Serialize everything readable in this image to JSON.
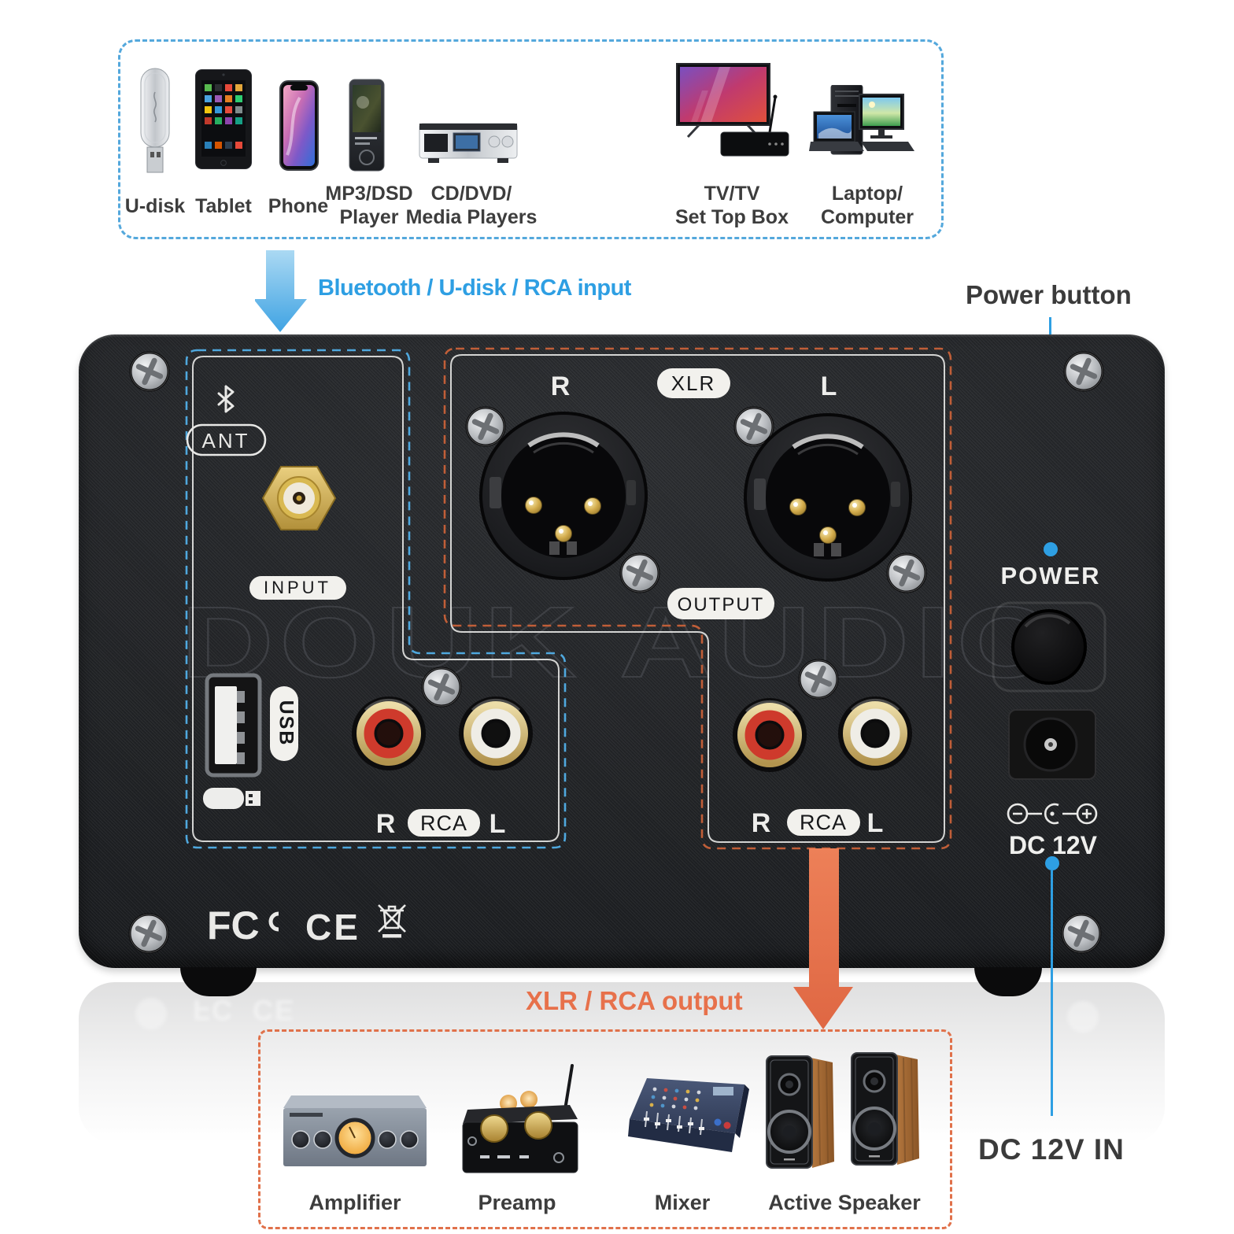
{
  "colors": {
    "accent_blue": "#2E9FE3",
    "accent_orange": "#E7714B",
    "dashed_blue": "#54A8DC",
    "dashed_orange_panel": "#C05E38",
    "dashed_orange_box": "#E0714A",
    "panel_dark": "#232528",
    "silkscreen_white": "#F2F1ED",
    "label_dark": "#3D3D3D"
  },
  "top_box": {
    "devices": [
      {
        "id": "u-disk",
        "label_lines": [
          "U-disk"
        ]
      },
      {
        "id": "tablet",
        "label_lines": [
          "Tablet"
        ]
      },
      {
        "id": "phone",
        "label_lines": [
          "Phone"
        ]
      },
      {
        "id": "mp3-dsd-player",
        "label_lines": [
          "MP3/DSD",
          "Player"
        ]
      },
      {
        "id": "cd-dvd-media-players",
        "label_lines": [
          "CD/DVD/",
          "Media Players"
        ]
      },
      {
        "id": "tv-set-top-box",
        "label_lines": [
          "TV/TV",
          "Set Top Box"
        ]
      },
      {
        "id": "laptop-computer",
        "label_lines": [
          "Laptop/",
          "Computer"
        ]
      }
    ]
  },
  "callouts": {
    "input": "Bluetooth / U-disk / RCA input",
    "power": "Power button",
    "output": "XLR / RCA output",
    "dc_in": "DC 12V IN"
  },
  "panel": {
    "watermark": "DOUK AUDIO",
    "input_group": {
      "bt_ant_label": "ANT",
      "input_label": "INPUT",
      "usb_label": "USB",
      "rca_left": "R",
      "rca_label": "RCA",
      "rca_right": "L"
    },
    "output_group": {
      "xlr_left": "R",
      "xlr_label": "XLR",
      "xlr_right": "L",
      "output_label": "OUTPUT",
      "rca_left": "R",
      "rca_label": "RCA",
      "rca_right": "L"
    },
    "power_label": "POWER",
    "dc_label": "DC 12V",
    "certs": {
      "fcc": "FC",
      "ce": "CE"
    }
  },
  "bottom_box": {
    "devices": [
      {
        "id": "amplifier",
        "label": "Amplifier"
      },
      {
        "id": "preamp",
        "label": "Preamp"
      },
      {
        "id": "mixer",
        "label": "Mixer"
      },
      {
        "id": "active-speaker",
        "label": "Active Speaker"
      }
    ]
  }
}
